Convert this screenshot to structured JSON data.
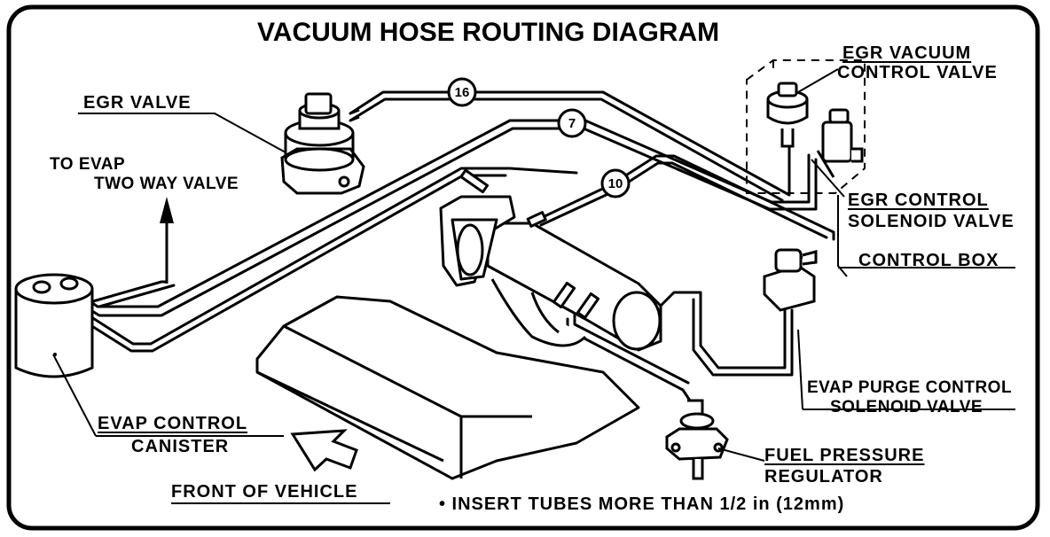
{
  "title": "VACUUM HOSE ROUTING DIAGRAM",
  "labels": {
    "egr_valve": "EGR VALVE",
    "to_evap_line1": "TO EVAP",
    "to_evap_line2": "TWO WAY VALVE",
    "egr_vacuum_line1": "EGR VACUUM",
    "egr_vacuum_line2": "CONTROL VALVE",
    "egr_control_line1": "EGR CONTROL",
    "egr_control_line2": "SOLENOID VALVE",
    "control_box": "CONTROL BOX",
    "evap_purge_line1": "EVAP PURGE CONTROL",
    "evap_purge_line2": "SOLENOID VALVE",
    "fuel_pressure_line1": "FUEL PRESSURE",
    "fuel_pressure_line2": "REGULATOR",
    "evap_canister_line1": "EVAP CONTROL",
    "evap_canister_line2": "CANISTER",
    "front_of_vehicle": "FRONT OF VEHICLE",
    "note": "• INSERT TUBES MORE THAN 1/2 in (12mm)"
  },
  "hose_numbers": {
    "h16": "16",
    "h7": "7",
    "h10": "10"
  },
  "colors": {
    "ink": "#000000",
    "paper": "#ffffff"
  }
}
